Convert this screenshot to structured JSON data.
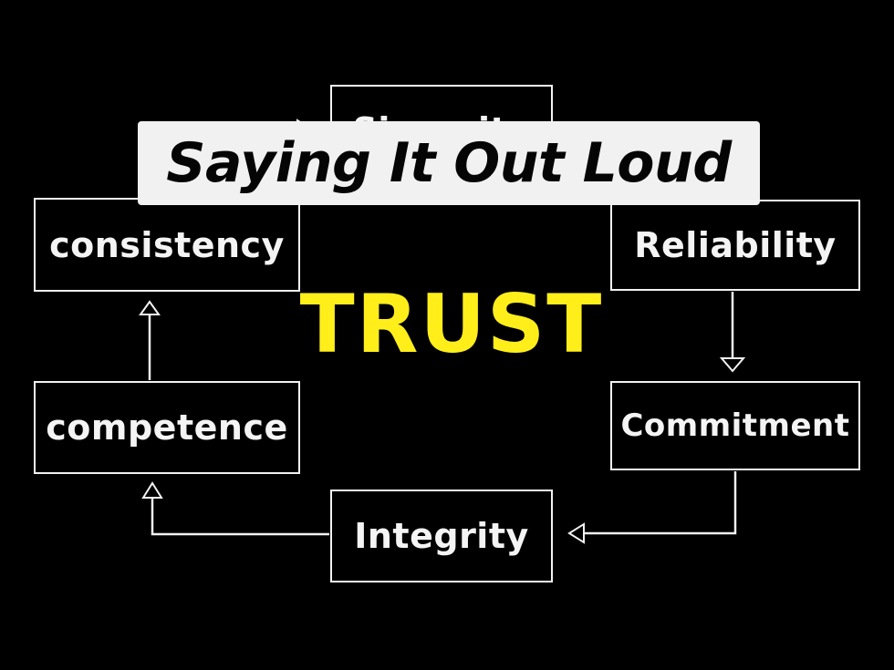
{
  "banner": {
    "title": "Saying It Out Loud"
  },
  "diagram": {
    "center_label": "TRUST",
    "nodes": {
      "sincerity": "Sincerity",
      "consistency": "consistency",
      "reliability": "Reliability",
      "competence": "competence",
      "commitment": "Commitment",
      "integrity": "Integrity"
    }
  },
  "colors": {
    "background": "#000000",
    "chalk": "#f2f2f2",
    "center_label": "#ffee1a",
    "banner_background": "#f1f1f1",
    "banner_text": "#050505"
  }
}
